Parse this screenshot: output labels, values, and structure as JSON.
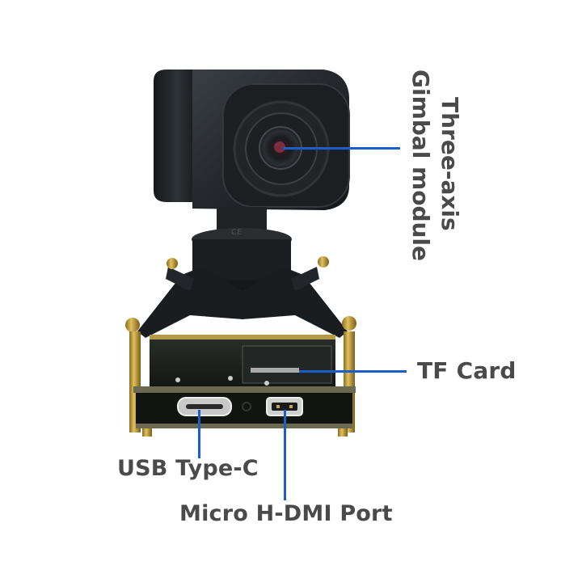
{
  "image": {
    "subject": "Camera module with three-axis gimbal mounted on stacked PCB board",
    "background_color": "#ffffff",
    "callout_line_color": "#1a5fc7",
    "label_color": "#4a4a4a"
  },
  "callouts": {
    "gimbal": {
      "line1": "Three-axis",
      "line2": "Gimbal module"
    },
    "tf_card": {
      "label": "TF Card"
    },
    "usb": {
      "label": "USB Type-C"
    },
    "hdmi": {
      "label": "Micro H-DMI Port"
    }
  }
}
